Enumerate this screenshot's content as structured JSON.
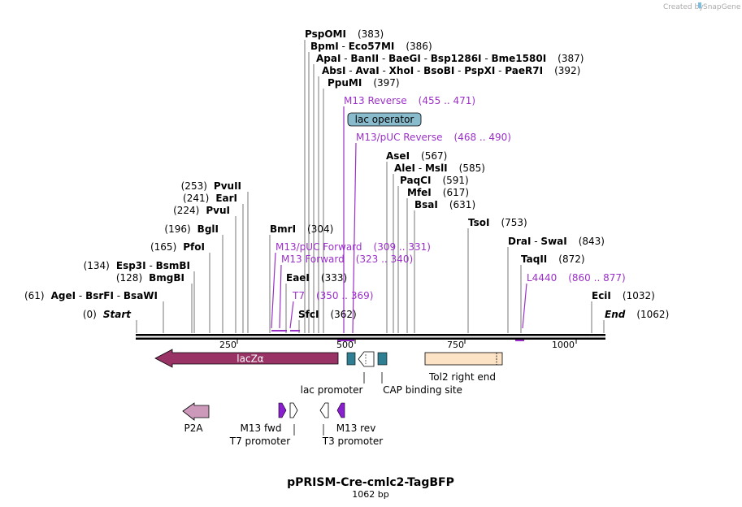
{
  "credit": {
    "text": "Created by",
    "brand": "SnapGene"
  },
  "title": "pPRISM-Cre-cmlc2-TagBFP",
  "length_label": "1062 bp",
  "seq_length": 1062,
  "axis_ticks": [
    "250",
    "500",
    "750",
    "1000"
  ],
  "ends": {
    "start": "Start",
    "start_pos": "(0)",
    "end": "End",
    "end_pos": "(1062)"
  },
  "enzyme_rows": [
    {
      "parts": [
        "PspOMI"
      ],
      "pos": "(383)"
    },
    {
      "parts": [
        "BpmI",
        "Eco57MI"
      ],
      "pos": "(386)"
    },
    {
      "parts": [
        "ApaI",
        "BanII",
        "BaeGI",
        "Bsp1286I",
        "Bme1580I"
      ],
      "pos": "(387)"
    },
    {
      "parts": [
        "AbsI",
        "AvaI",
        "XhoI",
        "BsoBI",
        "PspXI",
        "PaeR7I"
      ],
      "pos": "(392)"
    },
    {
      "parts": [
        "PpuMI"
      ],
      "pos": "(397)"
    },
    {
      "parts": [
        "AseI"
      ],
      "pos": "(567)"
    },
    {
      "parts": [
        "AleI",
        "MslI"
      ],
      "pos": "(585)"
    },
    {
      "parts": [
        "PaqCI"
      ],
      "pos": "(591)"
    },
    {
      "parts": [
        "MfeI"
      ],
      "pos": "(617)"
    },
    {
      "parts": [
        "BsaI"
      ],
      "pos": "(631)"
    },
    {
      "parts": [
        "TsoI"
      ],
      "pos": "(753)"
    },
    {
      "parts": [
        "DraI",
        "SwaI"
      ],
      "pos": "(843)"
    },
    {
      "parts": [
        "TaqII"
      ],
      "pos": "(872)"
    },
    {
      "parts": [
        "EciI"
      ],
      "pos": "(1032)"
    },
    {
      "parts": [
        "BmrI"
      ],
      "pos": "(304)"
    },
    {
      "parts": [
        "EaeI"
      ],
      "pos": "(333)"
    },
    {
      "parts": [
        "SfcI"
      ],
      "pos": "(362)"
    },
    {
      "parts": [
        "PvuII"
      ],
      "pos": "(253)"
    },
    {
      "parts": [
        "EarI"
      ],
      "pos": "(241)"
    },
    {
      "parts": [
        "PvuI"
      ],
      "pos": "(224)"
    },
    {
      "parts": [
        "BglI"
      ],
      "pos": "(196)"
    },
    {
      "parts": [
        "PfoI"
      ],
      "pos": "(165)"
    },
    {
      "parts": [
        "Esp3I",
        "BsmBI"
      ],
      "pos": "(134)"
    },
    {
      "parts": [
        "BmgBI"
      ],
      "pos": "(128)"
    },
    {
      "parts": [
        "AgeI",
        "BsrFI",
        "BsaWI"
      ],
      "pos": "(61)"
    }
  ],
  "primers": [
    {
      "name": "M13 Reverse",
      "range": "(455 .. 471)"
    },
    {
      "name": "M13/pUC Reverse",
      "range": "(468 .. 490)"
    },
    {
      "name": "M13/pUC Forward",
      "range": "(309 .. 331)"
    },
    {
      "name": "M13 Forward",
      "range": "(323 .. 340)"
    },
    {
      "name": "T7",
      "range": "(350 .. 369)"
    },
    {
      "name": "L4440",
      "range": "(860 .. 877)"
    }
  ],
  "features": {
    "lacZa": "lacZα",
    "lac_operator": "lac operator",
    "lac_promoter": "lac promoter",
    "cap_site": "CAP binding site",
    "tol2": "Tol2 right end",
    "p2a": "P2A",
    "m13_fwd": "M13 fwd",
    "t7_promoter": "T7 promoter",
    "m13_rev": "M13 rev",
    "t3_promoter": "T3 promoter"
  },
  "colors": {
    "primer": "#9b30c8",
    "lacZa": "#993366",
    "lac_box": "#2e7f92",
    "tol2": "#fde3c6",
    "p2a": "#cc99bb",
    "operator": "#88bbcc"
  }
}
